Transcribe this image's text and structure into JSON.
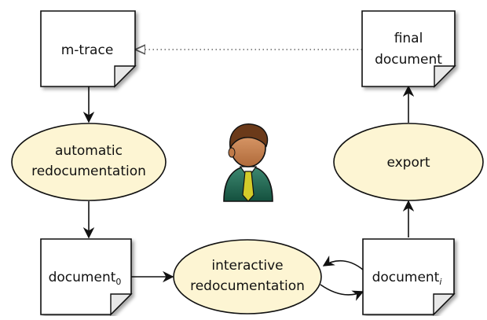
{
  "nodes": {
    "mtrace": {
      "label": "m-trace"
    },
    "final_document": {
      "line1": "final",
      "line2": "document"
    },
    "auto_redoc": {
      "line1": "automatic",
      "line2": "redocumentation"
    },
    "export": {
      "label": "export"
    },
    "document0": {
      "base": "document",
      "sub": "0"
    },
    "interactive_redoc": {
      "line1": "interactive",
      "line2": "redocumentation"
    },
    "document_i": {
      "base": "document",
      "sub": "i"
    }
  },
  "icons": {
    "user": "person-icon"
  },
  "colors": {
    "ellipse_fill": "#fdf5d3",
    "doc_fill": "#ffffff",
    "fold_fill": "#e8e8e8",
    "stroke": "#111111",
    "dotted": "#666666"
  }
}
